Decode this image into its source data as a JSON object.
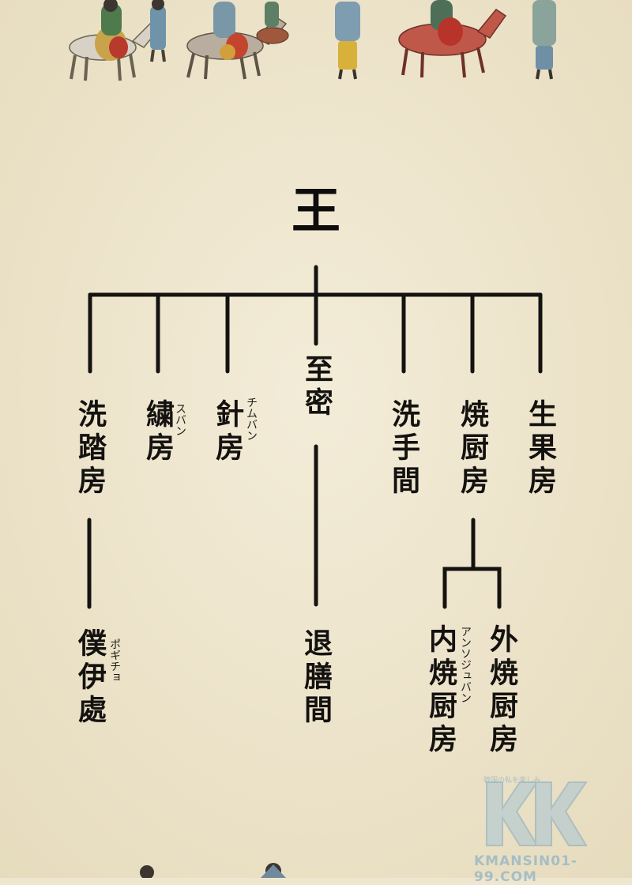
{
  "title": "王",
  "nodes": {
    "sentakubou": "洗踏房",
    "subang": "繍房",
    "subang_ruby": "スバン",
    "chimbang": "針房",
    "chimbang_ruby": "チムバン",
    "shimitsu": "至密",
    "senshukan": "洗手間",
    "shouchubou": "焼厨房",
    "seikabou": "生果房",
    "bokuishori": "僕伊處",
    "bokuishori_ruby": "ポギチョ",
    "taizenkan": "退膳間",
    "naishouchubou": "内焼厨房",
    "naishouchubou_ruby": "アンソジュバン",
    "gaishouchubou": "外焼厨房"
  },
  "watermark": {
    "text": "KMANSIN01-99.COM",
    "small": "韓国の私を楽しみ",
    "logo": "kk-logo-icon"
  },
  "colors": {
    "paper": "#efe6cf",
    "ink": "#141210",
    "watermark": "#8fb4c8"
  }
}
